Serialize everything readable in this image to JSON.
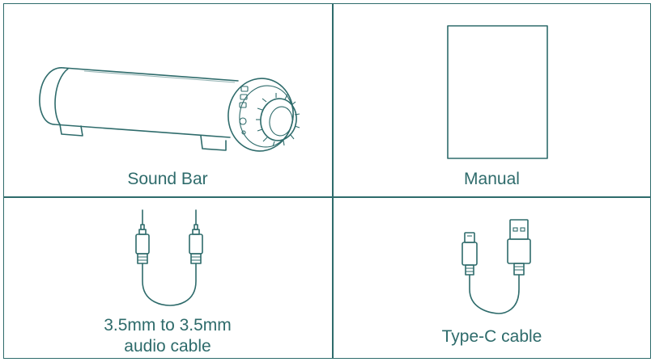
{
  "items": [
    {
      "label": "Sound Bar"
    },
    {
      "label": "Manual"
    },
    {
      "label_line1": "3.5mm to 3.5mm",
      "label_line2": "audio cable"
    },
    {
      "label": "Type-C cable"
    }
  ]
}
